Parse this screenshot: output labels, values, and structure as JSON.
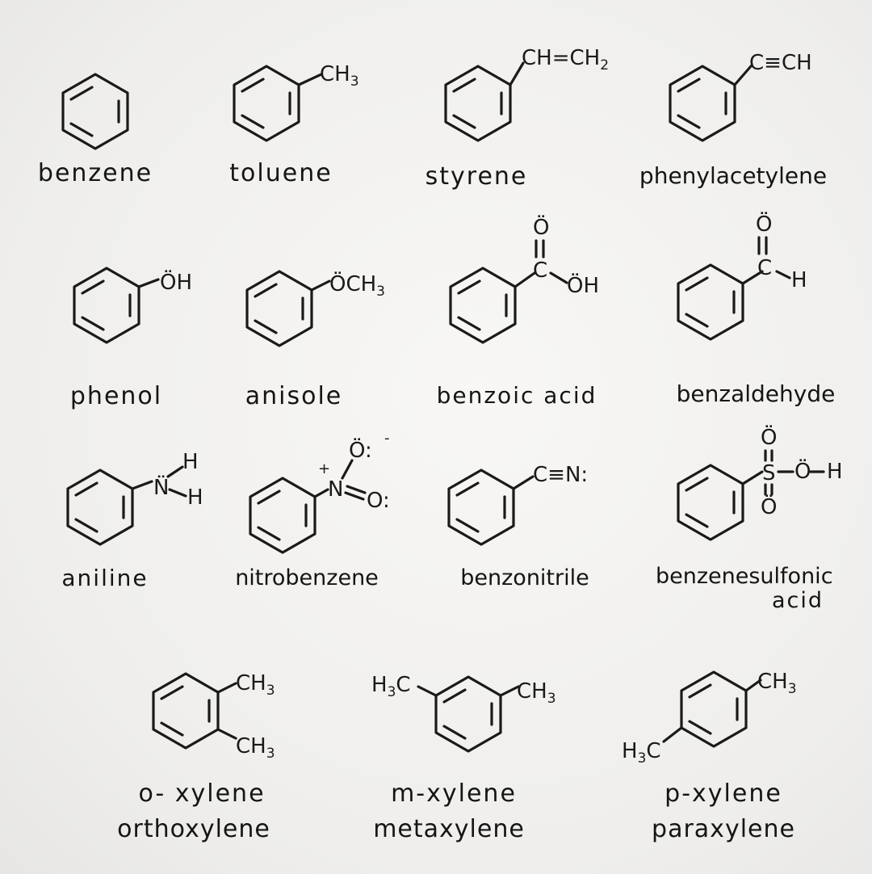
{
  "molecules": [
    {
      "name": "benzene"
    },
    {
      "name": "toluene",
      "groups": [
        "CH3"
      ]
    },
    {
      "name": "styrene",
      "groups": [
        "CH=CH2"
      ]
    },
    {
      "name": "phenylacetylene",
      "groups": [
        "C≡CH"
      ]
    },
    {
      "name": "phenol",
      "groups": [
        "ÖH"
      ]
    },
    {
      "name": "anisole",
      "groups": [
        "ÖCH3"
      ]
    },
    {
      "name": "benzoic acid",
      "groups": [
        "O",
        "C",
        "ÖH"
      ]
    },
    {
      "name": "benzaldehyde",
      "groups": [
        "O",
        "C",
        "H"
      ]
    },
    {
      "name": "aniline",
      "groups": [
        "N",
        "H",
        "H"
      ]
    },
    {
      "name": "nitrobenzene",
      "groups": [
        "N",
        "O",
        "O",
        "+",
        "-"
      ]
    },
    {
      "name": "benzonitrile",
      "groups": [
        "C≡N:"
      ]
    },
    {
      "name": "benzenesulfonic",
      "name_line2": "acid",
      "groups": [
        "O",
        "S",
        "O",
        "O",
        "H"
      ]
    },
    {
      "name": "o- xylene",
      "name_line2": "orthoxylene",
      "groups": [
        "CH3",
        "CH3"
      ]
    },
    {
      "name": "m-xylene",
      "name_line2": "metaxylene",
      "groups": [
        "H3C",
        "CH3"
      ]
    },
    {
      "name": "p-xylene",
      "name_line2": "paraxylene",
      "groups": [
        "CH3",
        "H3C"
      ]
    }
  ]
}
